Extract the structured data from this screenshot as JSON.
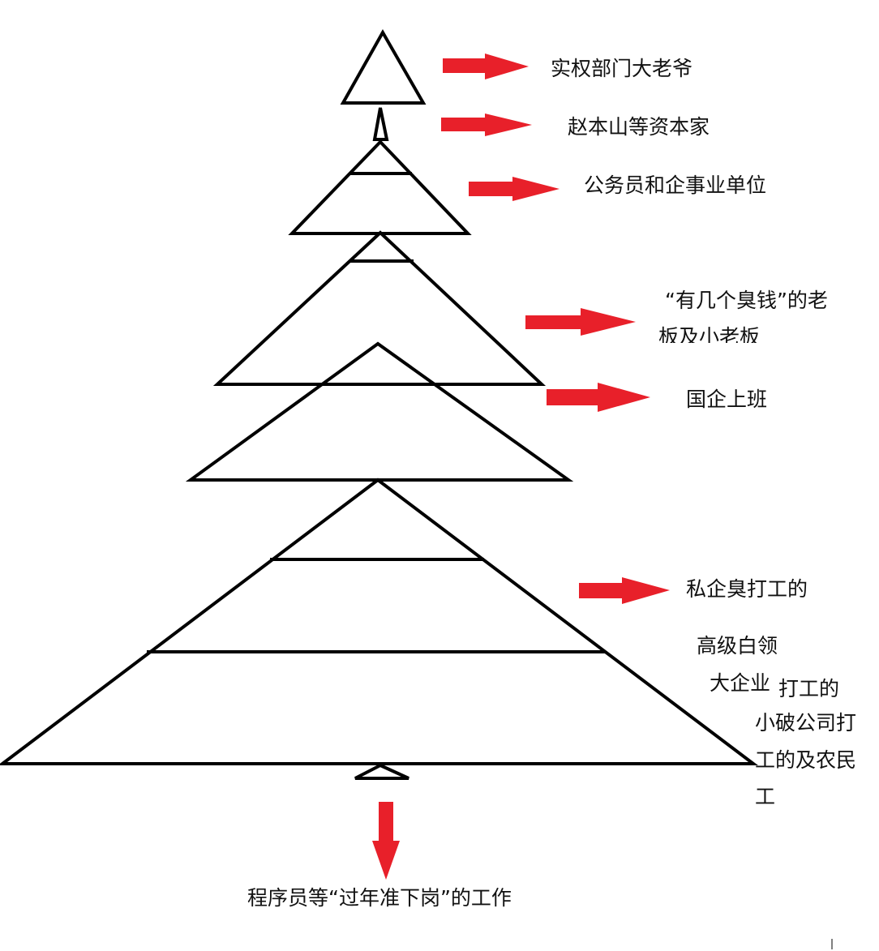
{
  "colors": {
    "stroke": "#000000",
    "arrow": "#e8202a",
    "text": "#111111",
    "background": "#ffffff"
  },
  "labels": {
    "top": "实权部门大老爷",
    "capitalists": "赵本山等资本家",
    "civil_servants": "公务员和企事业单位",
    "bosses_line1": "“有几个臭钱”的老",
    "bosses_line2": "板及小老板",
    "soe": "国企上班",
    "private_workers": "私企臭打工的",
    "white_collar": "高级白领",
    "big_company_a": "大企业",
    "big_company_b": "打工的",
    "small_company_line1": "小破公司打",
    "small_company_line2": "工的及农民",
    "small_company_line3": "工",
    "bottom": "程序员等“过年准下岗”的工作"
  }
}
